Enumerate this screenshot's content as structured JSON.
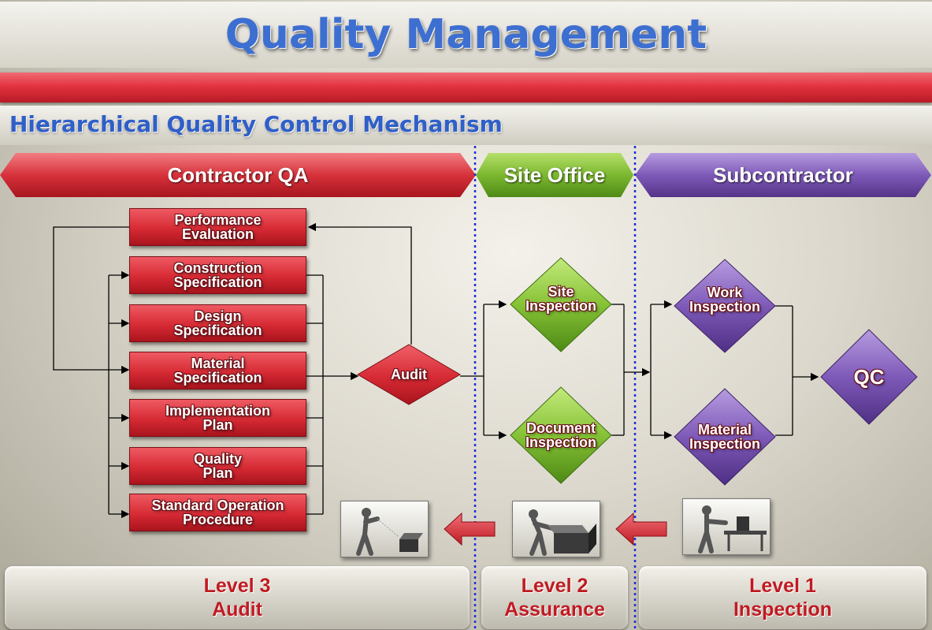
{
  "title": "Quality Management",
  "subtitle": "Hierarchical Quality Control Mechanism",
  "headers": {
    "contractor": "Contractor QA",
    "site_office": "Site Office",
    "subcontractor": "Subcontractor"
  },
  "contractor_boxes": [
    "Performance\nEvaluation",
    "Construction\nSpecification",
    "Design\nSpecification",
    "Material\nSpecification",
    "Implementation\nPlan",
    "Quality\nPlan",
    "Standard Operation\nProcedure"
  ],
  "decisions": {
    "audit": "Audit",
    "site_inspection": "Site\nInspection",
    "document_inspection": "Document\nInspection",
    "work_inspection": "Work\nInspection",
    "material_inspection": "Material\nInspection",
    "qc": "QC"
  },
  "levels": {
    "level3": "Level 3\nAudit",
    "level2": "Level 2\nAssurance",
    "level1": "Level 1\nInspection"
  },
  "icons": [
    "person-inspecting-box-icon",
    "person-packing-box-icon",
    "person-at-conveyor-icon"
  ],
  "colors": {
    "contractor_red": "#d62a34",
    "site_green": "#7cb82f",
    "sub_purple": "#7e5ab8",
    "title_blue": "#3d6fd1",
    "level_red": "#c01a22",
    "divider_blue": "#1f2fd8"
  }
}
